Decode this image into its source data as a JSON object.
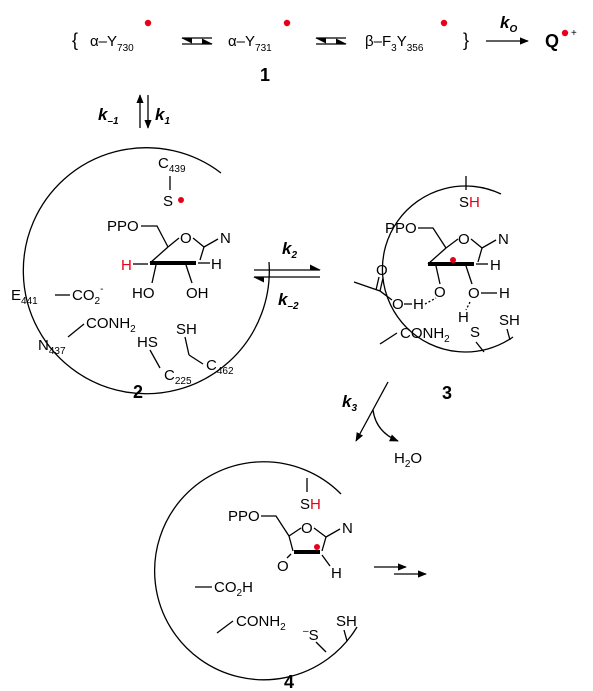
{
  "scheme": {
    "top": {
      "species1": {
        "prefix": "α–Y",
        "sub": "730"
      },
      "species2": {
        "prefix": "α–Y",
        "sub": "731"
      },
      "species3": {
        "prefix": "β–F",
        "sub1": "3",
        "mid": "Y",
        "sub2": "356"
      },
      "k_o": {
        "main": "k",
        "sub": "O"
      },
      "product": "Q",
      "product_charge": "+",
      "label": "1"
    },
    "k_minus1": {
      "main": "k",
      "sub": "–1"
    },
    "k_1": {
      "main": "k",
      "sub": "1"
    },
    "k_2": {
      "main": "k",
      "sub": "2"
    },
    "k_minus2": {
      "main": "k",
      "sub": "–2"
    },
    "k_3": {
      "main": "k",
      "sub": "3"
    },
    "water": {
      "main": "H",
      "sub": "2",
      "tail": "O"
    },
    "compound2": {
      "label": "2",
      "c439": {
        "main": "C",
        "sub": "439"
      },
      "s_radical": "S",
      "ppo": "PPO",
      "ring_o": "O",
      "n": "N",
      "h_red": "H",
      "h_right": "H",
      "ho": "HO",
      "oh": "OH",
      "e441": {
        "main": "E",
        "sub": "441"
      },
      "co2": {
        "main": "CO",
        "sub": "2",
        "sup": "-"
      },
      "conh2": {
        "main": "CONH",
        "sub": "2"
      },
      "n437": {
        "main": "N",
        "sub": "437"
      },
      "sh_left": "HS",
      "sh_right": "SH",
      "c225": {
        "main": "C",
        "sub": "225"
      },
      "c462": {
        "main": "C",
        "sub": "462"
      }
    },
    "compound3": {
      "label": "3",
      "sh_top": {
        "s": "S",
        "h": "H"
      },
      "ppo": "PPO",
      "ring_o": "O",
      "n": "N",
      "h_ring": "H",
      "o_carbonyl": "O",
      "o_acid": "O",
      "h_acid": "H",
      "o_mid": "O",
      "o_right": "O",
      "h_right": "H",
      "h_bridge": "H",
      "conh2": {
        "main": "CONH",
        "sub": "2"
      },
      "s_low": "S",
      "sh_low": "SH"
    },
    "compound4": {
      "label": "4",
      "sh_top": {
        "s": "S",
        "h": "H"
      },
      "ppo": "PPO",
      "ring_o": "O",
      "n": "N",
      "ketone_o": "O",
      "h_ring": "H",
      "co2h": {
        "main": "CO",
        "sub": "2",
        "tail": "H"
      },
      "conh2": {
        "main": "CONH",
        "sub": "2"
      },
      "thiolate": {
        "sup": "–",
        "main": "S"
      },
      "sh_low": "SH"
    }
  }
}
